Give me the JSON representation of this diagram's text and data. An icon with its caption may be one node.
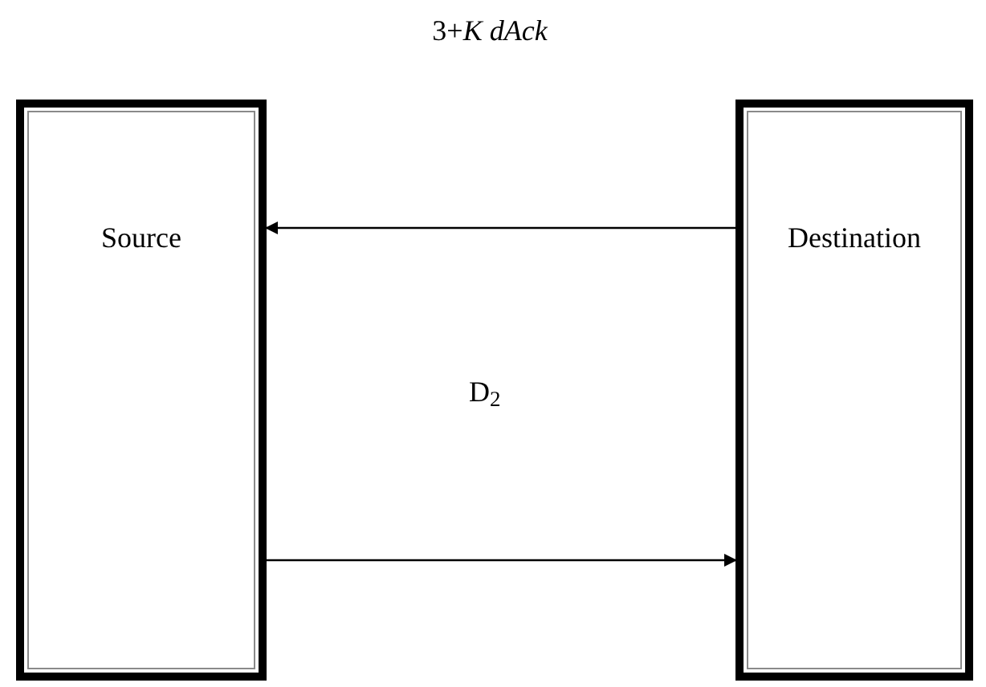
{
  "diagram": {
    "title": "3+*K dAck*",
    "nodes": [
      {
        "text": [
          "Source"
        ]
      },
      {
        "text": [
          "Destination"
        ]
      }
    ],
    "edges": [
      {
        "from": 1,
        "to": 0,
        "arrow": "to"
      },
      {
        "from": 0,
        "to": 1,
        "arrow": "to"
      }
    ],
    "labels": [
      "D$_{2}$"
    ]
  }
}
